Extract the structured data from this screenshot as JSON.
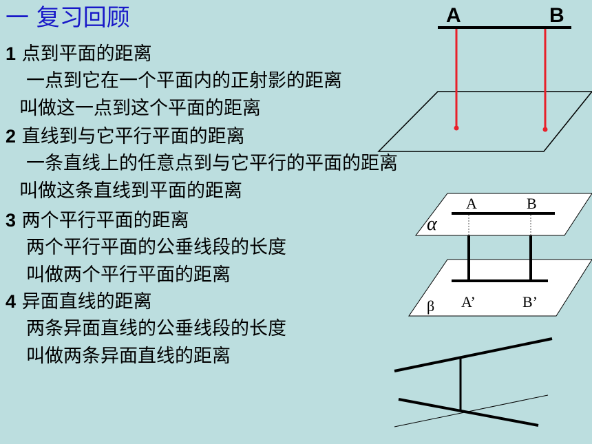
{
  "title": "一 复习回顾",
  "items": [
    {
      "num": "1",
      "heading": " 点到平面的距离",
      "lines": [
        "一点到它在一个平面内的正射影的距离",
        "叫做这一点到这个平面的距离"
      ]
    },
    {
      "num": "2",
      "heading": " 直线到与它平行平面的距离",
      "lines": [
        "一条直线上的任意点到与它平行的平面的距离",
        "叫做这条直线到平面的距离"
      ]
    },
    {
      "num": "3",
      "heading": " 两个平行平面的距离",
      "lines": [
        "两个平行平面的公垂线段的长度",
        "叫做两个平行平面的距离"
      ]
    },
    {
      "num": "4",
      "heading": " 异面直线的距离",
      "lines": [
        "两条异面直线的公垂线段的长度",
        "叫做两条异面直线的距离"
      ]
    }
  ],
  "figure1": {
    "label_a": "A",
    "label_b": "B",
    "line_color": "#e8202a"
  },
  "figure2": {
    "label_a": "A",
    "label_b": "B",
    "label_a2": "A’",
    "label_b2": "B’",
    "label_alpha": "α",
    "label_beta": "β"
  }
}
